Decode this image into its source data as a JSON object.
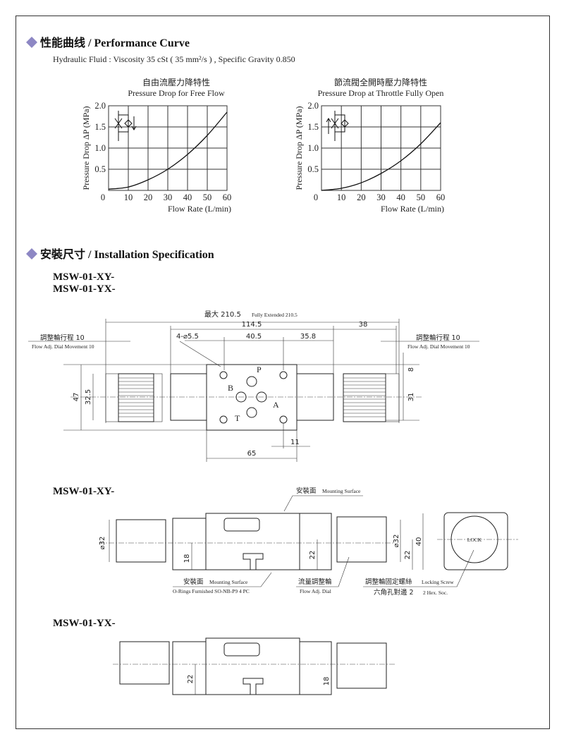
{
  "performance": {
    "title": "性能曲线 / Performance Curve",
    "fluid_note": "Hydraulic Fluid : Viscosity 35 cSt ( 35 mm²/s ) , Specific Gravity 0.850"
  },
  "chart_data": [
    {
      "type": "line",
      "title_cn": "自由流壓力降特性",
      "title": "Pressure Drop for Free Flow",
      "xlabel": "Flow Rate (L/min)",
      "ylabel": "Pressure Drop ΔP (MPa)",
      "xlim": [
        0,
        60
      ],
      "ylim": [
        0,
        2.0
      ],
      "xticks": [
        "0",
        "10",
        "20",
        "30",
        "40",
        "50",
        "60"
      ],
      "yticks": [
        "0.5",
        "1.0",
        "1.5",
        "2.0"
      ],
      "grid": true,
      "x": [
        0,
        10,
        20,
        30,
        40,
        50,
        60
      ],
      "y": [
        0.03,
        0.08,
        0.25,
        0.5,
        0.85,
        1.3,
        1.85
      ],
      "symbol_arrow": "down"
    },
    {
      "type": "line",
      "title_cn": "節流閥全開時壓力降特性",
      "title": "Pressure Drop at Throttle Fully Open",
      "xlabel": "Flow Rate (L/min)",
      "ylabel": "Pressure Drop ΔP (MPa)",
      "xlim": [
        0,
        60
      ],
      "ylim": [
        0,
        2.0
      ],
      "xticks": [
        "0",
        "10",
        "20",
        "30",
        "40",
        "50",
        "60"
      ],
      "yticks": [
        "0.5",
        "1.0",
        "1.5",
        "2.0"
      ],
      "grid": true,
      "x": [
        0,
        10,
        20,
        30,
        40,
        50,
        60
      ],
      "y": [
        0.0,
        0.05,
        0.18,
        0.4,
        0.7,
        1.1,
        1.6
      ],
      "symbol_arrow": "up"
    }
  ],
  "installation": {
    "title": "安裝尺寸 / Installation Specification",
    "models_top": [
      "MSW-01-XY-",
      "MSW-01-YX-"
    ],
    "top_view": {
      "max_cn": "最大 210.5",
      "max_en": "Fully Extended 210.5",
      "d114": "114.5",
      "d38": "38",
      "holes": "4-⌀5.5",
      "d405": "40.5",
      "d358": "35.8",
      "dial_cn": "調整輪行程 10",
      "dial_en": "Flow Adj. Dial Movement 10",
      "d47": "47",
      "d325": "32.5",
      "d8": "8",
      "d31": "31",
      "d65": "65",
      "d11": "11",
      "ports": {
        "p": "P",
        "a": "A",
        "b": "B",
        "t": "T"
      }
    },
    "xy_view": {
      "model": "MSW-01-XY-",
      "mount_cn": "安裝面",
      "mount_en": "Mounting Surface",
      "oring": "O-Rings  Furnished  SO-NB-P9   4 PC",
      "dial_cn": "流量調整輪",
      "dial_en": "Flow Adj. Dial",
      "lock_cn": "調整輪固定螺絲",
      "lock_en": "Locking Screw",
      "hex_cn": "六角孔對邊 2",
      "hex_en": "2 Hex. Soc.",
      "d32": "⌀32",
      "d18": "18",
      "d22": "22",
      "d40": "40",
      "lock_label": "LOCK"
    },
    "yx_view": {
      "model": "MSW-01-YX-",
      "d22": "22",
      "d18": "18"
    }
  }
}
